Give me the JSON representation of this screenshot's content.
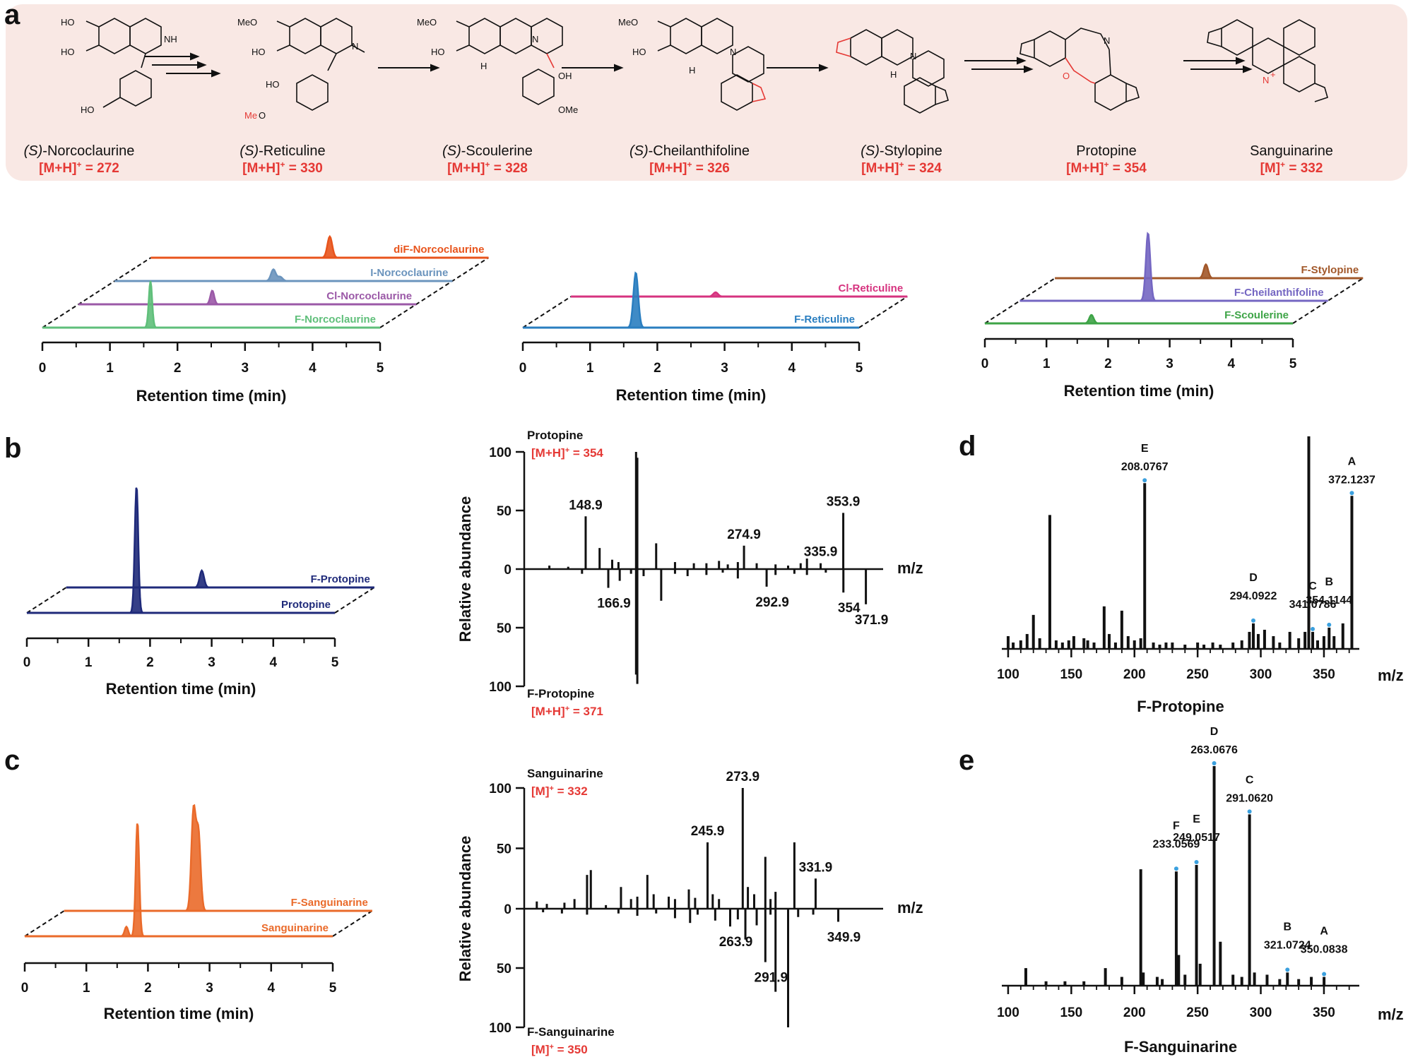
{
  "colors": {
    "banner": "#f9e8e4",
    "orange": "#e8541c",
    "steel": "#6b94bd",
    "purple": "#9b59a7",
    "green_light": "#5fbf7a",
    "magenta": "#d6337f",
    "blue": "#2a7ec0",
    "brown": "#a2582a",
    "lavender": "#7466c2",
    "green": "#3ea447",
    "navy": "#1f2a7a",
    "sang_orange": "#ea6a2a",
    "red": "#e53935",
    "tick_blue": "#3ba0de"
  },
  "panel_letters": [
    "a",
    "b",
    "c",
    "d",
    "e"
  ],
  "pathway": {
    "compounds": [
      {
        "prefix": "(S)",
        "name": "-Norcoclaurine",
        "ion": "[M+H]",
        "charge": "+",
        "mass": " = 272"
      },
      {
        "prefix": "(S)",
        "name": "-Reticuline",
        "ion": "[M+H]",
        "charge": "+",
        "mass": " = 330"
      },
      {
        "prefix": "(S)",
        "name": "-Scoulerine",
        "ion": "[M+H]",
        "charge": "+",
        "mass": " = 328"
      },
      {
        "prefix": "(S)",
        "name": "-Cheilanthifoline",
        "ion": "[M+H]",
        "charge": "+",
        "mass": " = 326"
      },
      {
        "prefix": "(S)",
        "name": "-Stylopine",
        "ion": "[M+H]",
        "charge": "+",
        "mass": " = 324"
      },
      {
        "prefix": "",
        "name": "Protopine",
        "ion": "[M+H]",
        "charge": "+",
        "mass": " = 354"
      },
      {
        "prefix": "",
        "name": "Sanguinarine",
        "ion": "[M]",
        "charge": "+",
        "mass": " = 332"
      }
    ],
    "atoms": {
      "ho": "HO",
      "meo": "MeO",
      "me": "Me",
      "o_suffix": "O",
      "nh": "NH",
      "n": "N",
      "h": "H",
      "oh": "OH",
      "ome": "OMe",
      "o": "O",
      "nplus": "N",
      "plus": "+"
    }
  },
  "chart_data": [
    {
      "id": "a1",
      "type": "line",
      "xlabel": "Retention time (min)",
      "xlim": [
        0,
        5
      ],
      "xticks": [
        0,
        1,
        2,
        3,
        4,
        5
      ],
      "series": [
        {
          "name": "diF-Norcoclaurine",
          "color": "orange",
          "peaks": [
            [
              2.65,
              1.0,
              0.05
            ]
          ]
        },
        {
          "name": "I-Norcoclaurine",
          "color": "steel",
          "peaks": [
            [
              2.35,
              0.55,
              0.05
            ],
            [
              2.45,
              0.2,
              0.05
            ]
          ]
        },
        {
          "name": "Cl-Norcoclaurine",
          "color": "purple",
          "peaks": [
            [
              1.98,
              0.65,
              0.04
            ]
          ]
        },
        {
          "name": "F-Norcoclaurine",
          "color": "green_light",
          "peaks": [
            [
              1.6,
              2.2,
              0.035
            ]
          ]
        }
      ]
    },
    {
      "id": "a2",
      "type": "line",
      "xlabel": "Retention time (min)",
      "xlim": [
        0,
        5
      ],
      "xticks": [
        0,
        1,
        2,
        3,
        4,
        5
      ],
      "series": [
        {
          "name": "Cl-Reticuline",
          "color": "magenta",
          "peaks": [
            [
              2.15,
              0.2,
              0.05
            ]
          ]
        },
        {
          "name": "F-Reticuline",
          "color": "blue",
          "peaks": [
            [
              1.68,
              2.6,
              0.05
            ]
          ]
        }
      ]
    },
    {
      "id": "a3",
      "type": "line",
      "xlabel": "Retention time (min)",
      "xlim": [
        0,
        5
      ],
      "xticks": [
        0,
        1,
        2,
        3,
        4,
        5
      ],
      "series": [
        {
          "name": "F-Stylopine",
          "color": "brown",
          "peaks": [
            [
              2.45,
              0.65,
              0.05
            ]
          ]
        },
        {
          "name": "F-Cheilanthifoline",
          "color": "lavender",
          "peaks": [
            [
              2.08,
              3.2,
              0.05
            ]
          ]
        },
        {
          "name": "F-Scoulerine",
          "color": "green",
          "peaks": [
            [
              1.73,
              0.4,
              0.05
            ]
          ]
        }
      ]
    },
    {
      "id": "b_lc",
      "type": "line",
      "xlabel": "Retention time (min)",
      "xlim": [
        0,
        5
      ],
      "xticks": [
        0,
        1,
        2,
        3,
        4,
        5
      ],
      "series": [
        {
          "name": "F-Protopine",
          "color": "navy",
          "peaks": [
            [
              2.2,
              0.4,
              0.05
            ]
          ]
        },
        {
          "name": "Protopine",
          "color": "navy",
          "peaks": [
            [
              1.78,
              3.0,
              0.04
            ]
          ]
        }
      ]
    },
    {
      "id": "c_lc",
      "type": "line",
      "xlabel": "Retention time (min)",
      "xlim": [
        0,
        5
      ],
      "xticks": [
        0,
        1,
        2,
        3,
        4,
        5
      ],
      "series": [
        {
          "name": "F-Sanguinarine",
          "color": "sang_orange",
          "peaks": [
            [
              2.1,
              2.6,
              0.05
            ],
            [
              2.18,
              2.0,
              0.05
            ]
          ]
        },
        {
          "name": "Sanguinarine",
          "color": "sang_orange",
          "peaks": [
            [
              1.83,
              3.0,
              0.04
            ],
            [
              1.65,
              0.25,
              0.04
            ]
          ]
        }
      ]
    },
    {
      "id": "b_ms",
      "type": "bar",
      "ylabel": "Relative abundance",
      "xlabel": "m/z",
      "xlim": [
        100,
        380
      ],
      "yticks_top": [
        100,
        50,
        0
      ],
      "yticks_bottom": [
        50,
        100
      ],
      "top": {
        "title": "Protopine",
        "ion": "[M+H]",
        "charge": "+",
        "mass": " = 354"
      },
      "bottom": {
        "title": "F-Protopine",
        "ion": "[M+H]",
        "charge": "+",
        "mass": " = 371"
      },
      "top_bars": [
        [
          120,
          3
        ],
        [
          135,
          2
        ],
        [
          148.9,
          45
        ],
        [
          160,
          18
        ],
        [
          170,
          8
        ],
        [
          175,
          6
        ],
        [
          189,
          100
        ],
        [
          190,
          95
        ],
        [
          205,
          22
        ],
        [
          220,
          6
        ],
        [
          235,
          5
        ],
        [
          245,
          5
        ],
        [
          255,
          7
        ],
        [
          262,
          4
        ],
        [
          270,
          6
        ],
        [
          274.9,
          20
        ],
        [
          285,
          5
        ],
        [
          300,
          4
        ],
        [
          310,
          3
        ],
        [
          320,
          5
        ],
        [
          325,
          9
        ],
        [
          335.9,
          5
        ],
        [
          353.9,
          48
        ]
      ],
      "bottom_bars": [
        [
          146,
          4
        ],
        [
          166.9,
          16
        ],
        [
          176,
          10
        ],
        [
          185,
          4
        ],
        [
          189,
          90
        ],
        [
          190,
          98
        ],
        [
          195,
          6
        ],
        [
          209,
          27
        ],
        [
          220,
          4
        ],
        [
          230,
          6
        ],
        [
          245,
          5
        ],
        [
          258,
          3
        ],
        [
          270,
          8
        ],
        [
          292.9,
          15
        ],
        [
          300,
          5
        ],
        [
          315,
          4
        ],
        [
          325,
          5
        ],
        [
          340,
          3
        ],
        [
          354,
          20
        ],
        [
          371.9,
          30
        ]
      ],
      "labels_top": [
        {
          "x": 148.9,
          "text": "148.9"
        },
        {
          "x": 274.9,
          "text": "274.9"
        },
        {
          "x": 335.9,
          "text": "335.9"
        },
        {
          "x": 353.9,
          "text": "353.9"
        }
      ],
      "labels_bottom": [
        {
          "x": 166.9,
          "text": "166.9"
        },
        {
          "x": 292.9,
          "text": "292.9"
        },
        {
          "x": 354,
          "text": "354"
        },
        {
          "x": 371.9,
          "text": "371.9"
        }
      ]
    },
    {
      "id": "c_ms",
      "type": "bar",
      "ylabel": "Relative abundance",
      "xlabel": "m/z",
      "xlim": [
        100,
        380
      ],
      "yticks_top": [
        100,
        50,
        0
      ],
      "yticks_bottom": [
        50,
        100
      ],
      "top": {
        "title": "Sanguinarine",
        "ion": "[M]",
        "charge": "+",
        "mass": " = 332"
      },
      "bottom": {
        "title": "F-Sanguinarine",
        "ion": "[M]",
        "charge": "+",
        "mass": " = 350"
      },
      "top_bars": [
        [
          110,
          6
        ],
        [
          118,
          4
        ],
        [
          132,
          5
        ],
        [
          140,
          8
        ],
        [
          150,
          28
        ],
        [
          153,
          32
        ],
        [
          165,
          3
        ],
        [
          177,
          18
        ],
        [
          185,
          8
        ],
        [
          190,
          10
        ],
        [
          198,
          28
        ],
        [
          203,
          12
        ],
        [
          215,
          10
        ],
        [
          220,
          8
        ],
        [
          231,
          16
        ],
        [
          236,
          9
        ],
        [
          245.9,
          55
        ],
        [
          250,
          12
        ],
        [
          255,
          8
        ],
        [
          273.9,
          100
        ],
        [
          278,
          18
        ],
        [
          283,
          12
        ],
        [
          291.9,
          43
        ],
        [
          296,
          8
        ],
        [
          300,
          14
        ],
        [
          315,
          55
        ],
        [
          331.9,
          25
        ]
      ],
      "bottom_bars": [
        [
          115,
          3
        ],
        [
          130,
          4
        ],
        [
          150,
          5
        ],
        [
          175,
          4
        ],
        [
          190,
          6
        ],
        [
          205,
          4
        ],
        [
          220,
          8
        ],
        [
          232,
          12
        ],
        [
          238,
          5
        ],
        [
          252,
          10
        ],
        [
          263.9,
          15
        ],
        [
          270,
          9
        ],
        [
          276,
          26
        ],
        [
          285,
          14
        ],
        [
          291.9,
          45
        ],
        [
          296,
          5
        ],
        [
          300,
          70
        ],
        [
          310,
          100
        ],
        [
          318,
          7
        ],
        [
          330,
          5
        ],
        [
          349.9,
          11
        ]
      ],
      "labels_top": [
        {
          "x": 245.9,
          "text": "245.9"
        },
        {
          "x": 273.9,
          "text": "273.9"
        },
        {
          "x": 331.9,
          "text": "331.9"
        }
      ],
      "labels_bottom": [
        {
          "x": 263.9,
          "text": "263.9"
        },
        {
          "x": 291.9,
          "text": "291.9"
        },
        {
          "x": 349.9,
          "text": "349.9"
        }
      ]
    },
    {
      "id": "d_ms",
      "type": "bar",
      "title": "F-Protopine",
      "xlabel": "m/z",
      "xlim": [
        95,
        378
      ],
      "xticks": [
        100,
        150,
        200,
        250,
        300,
        350
      ],
      "bars": [
        [
          100,
          6
        ],
        [
          104,
          3
        ],
        [
          110,
          4
        ],
        [
          115,
          7
        ],
        [
          120,
          16
        ],
        [
          125,
          5
        ],
        [
          133,
          63
        ],
        [
          138,
          4
        ],
        [
          143,
          3
        ],
        [
          148,
          4
        ],
        [
          152,
          6
        ],
        [
          160,
          5
        ],
        [
          163,
          4
        ],
        [
          168,
          3
        ],
        [
          176,
          20
        ],
        [
          180,
          7
        ],
        [
          185,
          3
        ],
        [
          190,
          18
        ],
        [
          195,
          6
        ],
        [
          200,
          4
        ],
        [
          205,
          5
        ],
        [
          208.1,
          78
        ],
        [
          215,
          3
        ],
        [
          220,
          2
        ],
        [
          225,
          3
        ],
        [
          230,
          3
        ],
        [
          240,
          2
        ],
        [
          250,
          3
        ],
        [
          255,
          2
        ],
        [
          262,
          3
        ],
        [
          268,
          2
        ],
        [
          278,
          3
        ],
        [
          285,
          4
        ],
        [
          291,
          8
        ],
        [
          294.1,
          12
        ],
        [
          298,
          7
        ],
        [
          303,
          9
        ],
        [
          310,
          6
        ],
        [
          315,
          3
        ],
        [
          323,
          8
        ],
        [
          330,
          5
        ],
        [
          335,
          8
        ],
        [
          338,
          100
        ],
        [
          341.1,
          8
        ],
        [
          345,
          4
        ],
        [
          350,
          6
        ],
        [
          354.1,
          10
        ],
        [
          358,
          6
        ],
        [
          365,
          12
        ],
        [
          372.1,
          72
        ]
      ],
      "annotations": [
        {
          "x": 208.1,
          "letter": "E",
          "text": "208.0767"
        },
        {
          "x": 294.1,
          "letter": "D",
          "text": "294.0922"
        },
        {
          "x": 341.1,
          "letter": "C",
          "text": "341.0786"
        },
        {
          "x": 354.1,
          "letter": "B",
          "text": "354.1144"
        },
        {
          "x": 372.1,
          "letter": "A",
          "text": "372.1237"
        }
      ]
    },
    {
      "id": "e_ms",
      "type": "bar",
      "title": "F-Sanguinarine",
      "xlabel": "m/z",
      "xlim": [
        95,
        378
      ],
      "xticks": [
        100,
        150,
        200,
        250,
        300,
        350
      ],
      "bars": [
        [
          114,
          8
        ],
        [
          130,
          2
        ],
        [
          145,
          2
        ],
        [
          160,
          2
        ],
        [
          177,
          8
        ],
        [
          190,
          4
        ],
        [
          205,
          53
        ],
        [
          207,
          6
        ],
        [
          218,
          4
        ],
        [
          222,
          3
        ],
        [
          233.1,
          52
        ],
        [
          235,
          14
        ],
        [
          240,
          5
        ],
        [
          249.1,
          55
        ],
        [
          252,
          10
        ],
        [
          263.1,
          100
        ],
        [
          268,
          20
        ],
        [
          278,
          5
        ],
        [
          285,
          4
        ],
        [
          291.1,
          78
        ],
        [
          295,
          6
        ],
        [
          305,
          5
        ],
        [
          315,
          3
        ],
        [
          321.1,
          6
        ],
        [
          330,
          3
        ],
        [
          340,
          4
        ],
        [
          350.1,
          4
        ]
      ],
      "annotations": [
        {
          "x": 233.1,
          "letter": "F",
          "text": "233.0569"
        },
        {
          "x": 249.1,
          "letter": "E",
          "text": "249.0517"
        },
        {
          "x": 263.1,
          "letter": "D",
          "text": "263.0676"
        },
        {
          "x": 291.1,
          "letter": "C",
          "text": "291.0620"
        },
        {
          "x": 321.1,
          "letter": "B",
          "text": "321.0724"
        },
        {
          "x": 350.1,
          "letter": "A",
          "text": "350.0838"
        }
      ]
    }
  ]
}
